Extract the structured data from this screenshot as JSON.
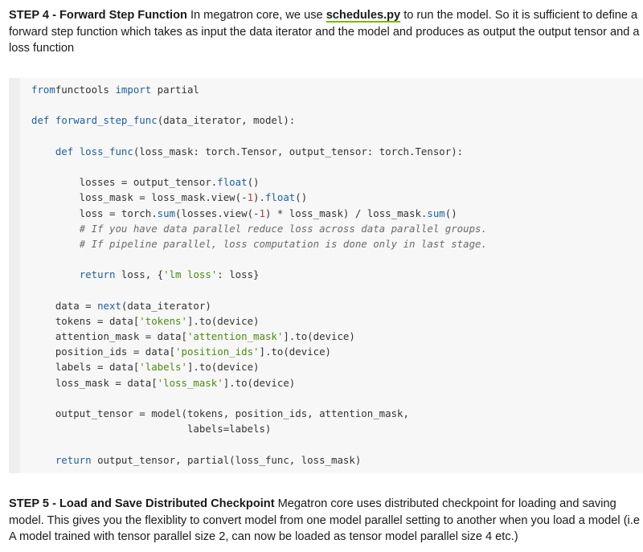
{
  "step4": {
    "title": "STEP 4 - Forward Step Function",
    "text_before_link": " In megatron core, we use ",
    "link_text": "schedules.py",
    "text_after_link": " to run the model. So it is sufficient to define a forward step function which takes as input the data iterator and the model and produces as output the output tensor and a loss function"
  },
  "code_lines": [
    [
      [
        "kw",
        "from"
      ],
      [
        "",
        "functools "
      ],
      [
        "kw",
        "import"
      ],
      [
        "",
        " partial"
      ]
    ],
    [],
    [
      [
        "kw",
        "def"
      ],
      [
        "",
        " "
      ],
      [
        "fn",
        "forward_step_func"
      ],
      [
        "",
        "(data_iterator, model):"
      ]
    ],
    [],
    [
      [
        "",
        "    "
      ],
      [
        "kw",
        "def"
      ],
      [
        "",
        " "
      ],
      [
        "fn",
        "loss_func"
      ],
      [
        "",
        "(loss_mask: torch.Tensor, output_tensor: torch.Tensor):"
      ]
    ],
    [],
    [
      [
        "",
        "        losses = output_tensor."
      ],
      [
        "fn",
        "float"
      ],
      [
        "",
        "()"
      ]
    ],
    [
      [
        "",
        "        loss_mask = loss_mask.view(-"
      ],
      [
        "nu",
        "1"
      ],
      [
        "",
        ")."
      ],
      [
        "fn",
        "float"
      ],
      [
        "",
        "()"
      ]
    ],
    [
      [
        "",
        "        loss = torch."
      ],
      [
        "fn",
        "sum"
      ],
      [
        "",
        "(losses.view(-"
      ],
      [
        "nu",
        "1"
      ],
      [
        "",
        ") * loss_mask) / loss_mask."
      ],
      [
        "fn",
        "sum"
      ],
      [
        "",
        "()"
      ]
    ],
    [
      [
        "",
        "        "
      ],
      [
        "cm",
        "# If you have data parallel reduce loss across data parallel groups."
      ]
    ],
    [
      [
        "",
        "        "
      ],
      [
        "cm",
        "# If pipeline parallel, loss computation is done only in last stage."
      ]
    ],
    [],
    [
      [
        "",
        "        "
      ],
      [
        "kw",
        "return"
      ],
      [
        "",
        " loss, {"
      ],
      [
        "st",
        "'lm loss'"
      ],
      [
        "",
        ": loss}"
      ]
    ],
    [],
    [
      [
        "",
        "    data = "
      ],
      [
        "fn",
        "next"
      ],
      [
        "",
        "(data_iterator)"
      ]
    ],
    [
      [
        "",
        "    tokens = data["
      ],
      [
        "st",
        "'tokens'"
      ],
      [
        "",
        "].to(device)"
      ]
    ],
    [
      [
        "",
        "    attention_mask = data["
      ],
      [
        "st",
        "'attention_mask'"
      ],
      [
        "",
        "].to(device)"
      ]
    ],
    [
      [
        "",
        "    position_ids = data["
      ],
      [
        "st",
        "'position_ids'"
      ],
      [
        "",
        "].to(device)"
      ]
    ],
    [
      [
        "",
        "    labels = data["
      ],
      [
        "st",
        "'labels'"
      ],
      [
        "",
        "].to(device)"
      ]
    ],
    [
      [
        "",
        "    loss_mask = data["
      ],
      [
        "st",
        "'loss_mask'"
      ],
      [
        "",
        "].to(device)"
      ]
    ],
    [],
    [
      [
        "",
        "    output_tensor = model(tokens, position_ids, attention_mask,"
      ]
    ],
    [
      [
        "",
        "                          labels=labels)"
      ]
    ],
    [],
    [
      [
        "",
        "    "
      ],
      [
        "kw",
        "return"
      ],
      [
        "",
        " output_tensor, partial(loss_func, loss_mask)"
      ]
    ]
  ],
  "step5": {
    "title": "STEP 5 - Load and Save Distributed Checkpoint",
    "text": " Megatron core uses distributed checkpoint for loading and saving model. This gives you the flexiblity to convert model from one model parallel setting to another when you load a model (i.e A model trained with tensor parallel size 2, can now be loaded as tensor model parallel size 4 etc.)"
  }
}
